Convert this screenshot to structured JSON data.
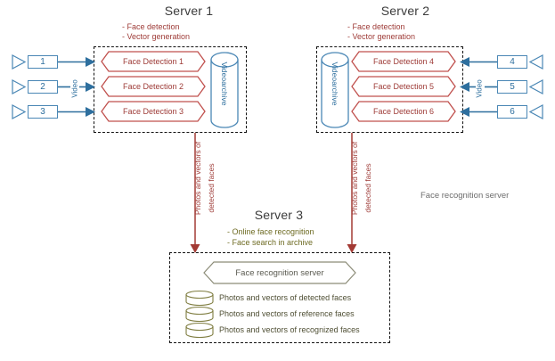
{
  "diagram": {
    "title_note": "Face recognition server",
    "servers": [
      {
        "id": "server1",
        "title": "Server 1",
        "bullets": [
          "- Face detection",
          "- Vector generation"
        ],
        "processes": [
          "Face Detection 1",
          "Face Detection 2",
          "Face Detection 3"
        ],
        "archive_label": "Videoarchive",
        "cameras": [
          {
            "number": "1",
            "link_label": ""
          },
          {
            "number": "2",
            "link_label": "Video"
          },
          {
            "number": "3",
            "link_label": ""
          }
        ],
        "outflow_label": [
          "Photos and vectors of",
          "detected faces"
        ]
      },
      {
        "id": "server2",
        "title": "Server 2",
        "bullets": [
          "- Face detection",
          "- Vector generation"
        ],
        "processes": [
          "Face Detection 4",
          "Face Detection 5",
          "Face Detection 6"
        ],
        "archive_label": "Videoarchive",
        "cameras": [
          {
            "number": "4",
            "link_label": ""
          },
          {
            "number": "5",
            "link_label": "Video"
          },
          {
            "number": "6",
            "link_label": ""
          }
        ],
        "outflow_label": [
          "Photos and vectors of",
          "detected faces"
        ]
      },
      {
        "id": "server3",
        "title": "Server 3",
        "bullets": [
          "- Online face recognition",
          "- Face search in archive"
        ],
        "process": "Face recognition server",
        "databases": [
          "Photos and vectors of detected faces",
          "Photos and vectors of reference faces",
          "Photos and vectors of recognized faces"
        ]
      }
    ],
    "colors": {
      "detection_red": "#C0504D",
      "detection_text": "#9E3B37",
      "camera_blue": "#4A87B5",
      "arrow_blue": "#2E6F9E",
      "flow_red": "#A33A34",
      "olive": "#6E6B23",
      "olive_shape": "#7E7C3F",
      "dash_black": "#111111",
      "title_gray": "#3B3B3B",
      "note_gray": "#6D6D6D"
    }
  }
}
